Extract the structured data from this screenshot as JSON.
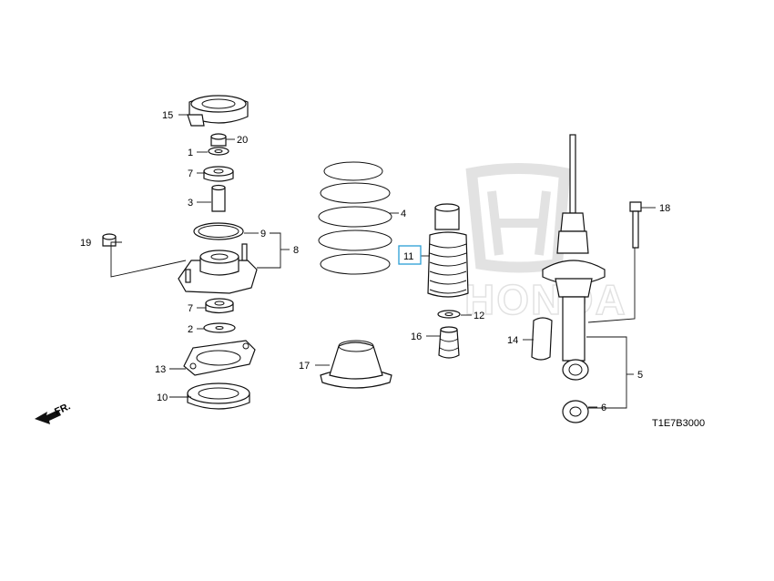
{
  "diagram_code": "T1E7B3000",
  "direction_label": "FR.",
  "brand_watermark": "HONDA",
  "highlight_color": "#2a9fd6",
  "callouts": {
    "c15": "15",
    "c20": "20",
    "c1": "1",
    "c7a": "7",
    "c3": "3",
    "c9": "9",
    "c8": "8",
    "c19": "19",
    "c7b": "7",
    "c2": "2",
    "c13": "13",
    "c10": "10",
    "c4": "4",
    "c11": "11",
    "c12": "12",
    "c16": "16",
    "c17": "17",
    "c18": "18",
    "c14": "14",
    "c5": "5",
    "c6": "6"
  }
}
